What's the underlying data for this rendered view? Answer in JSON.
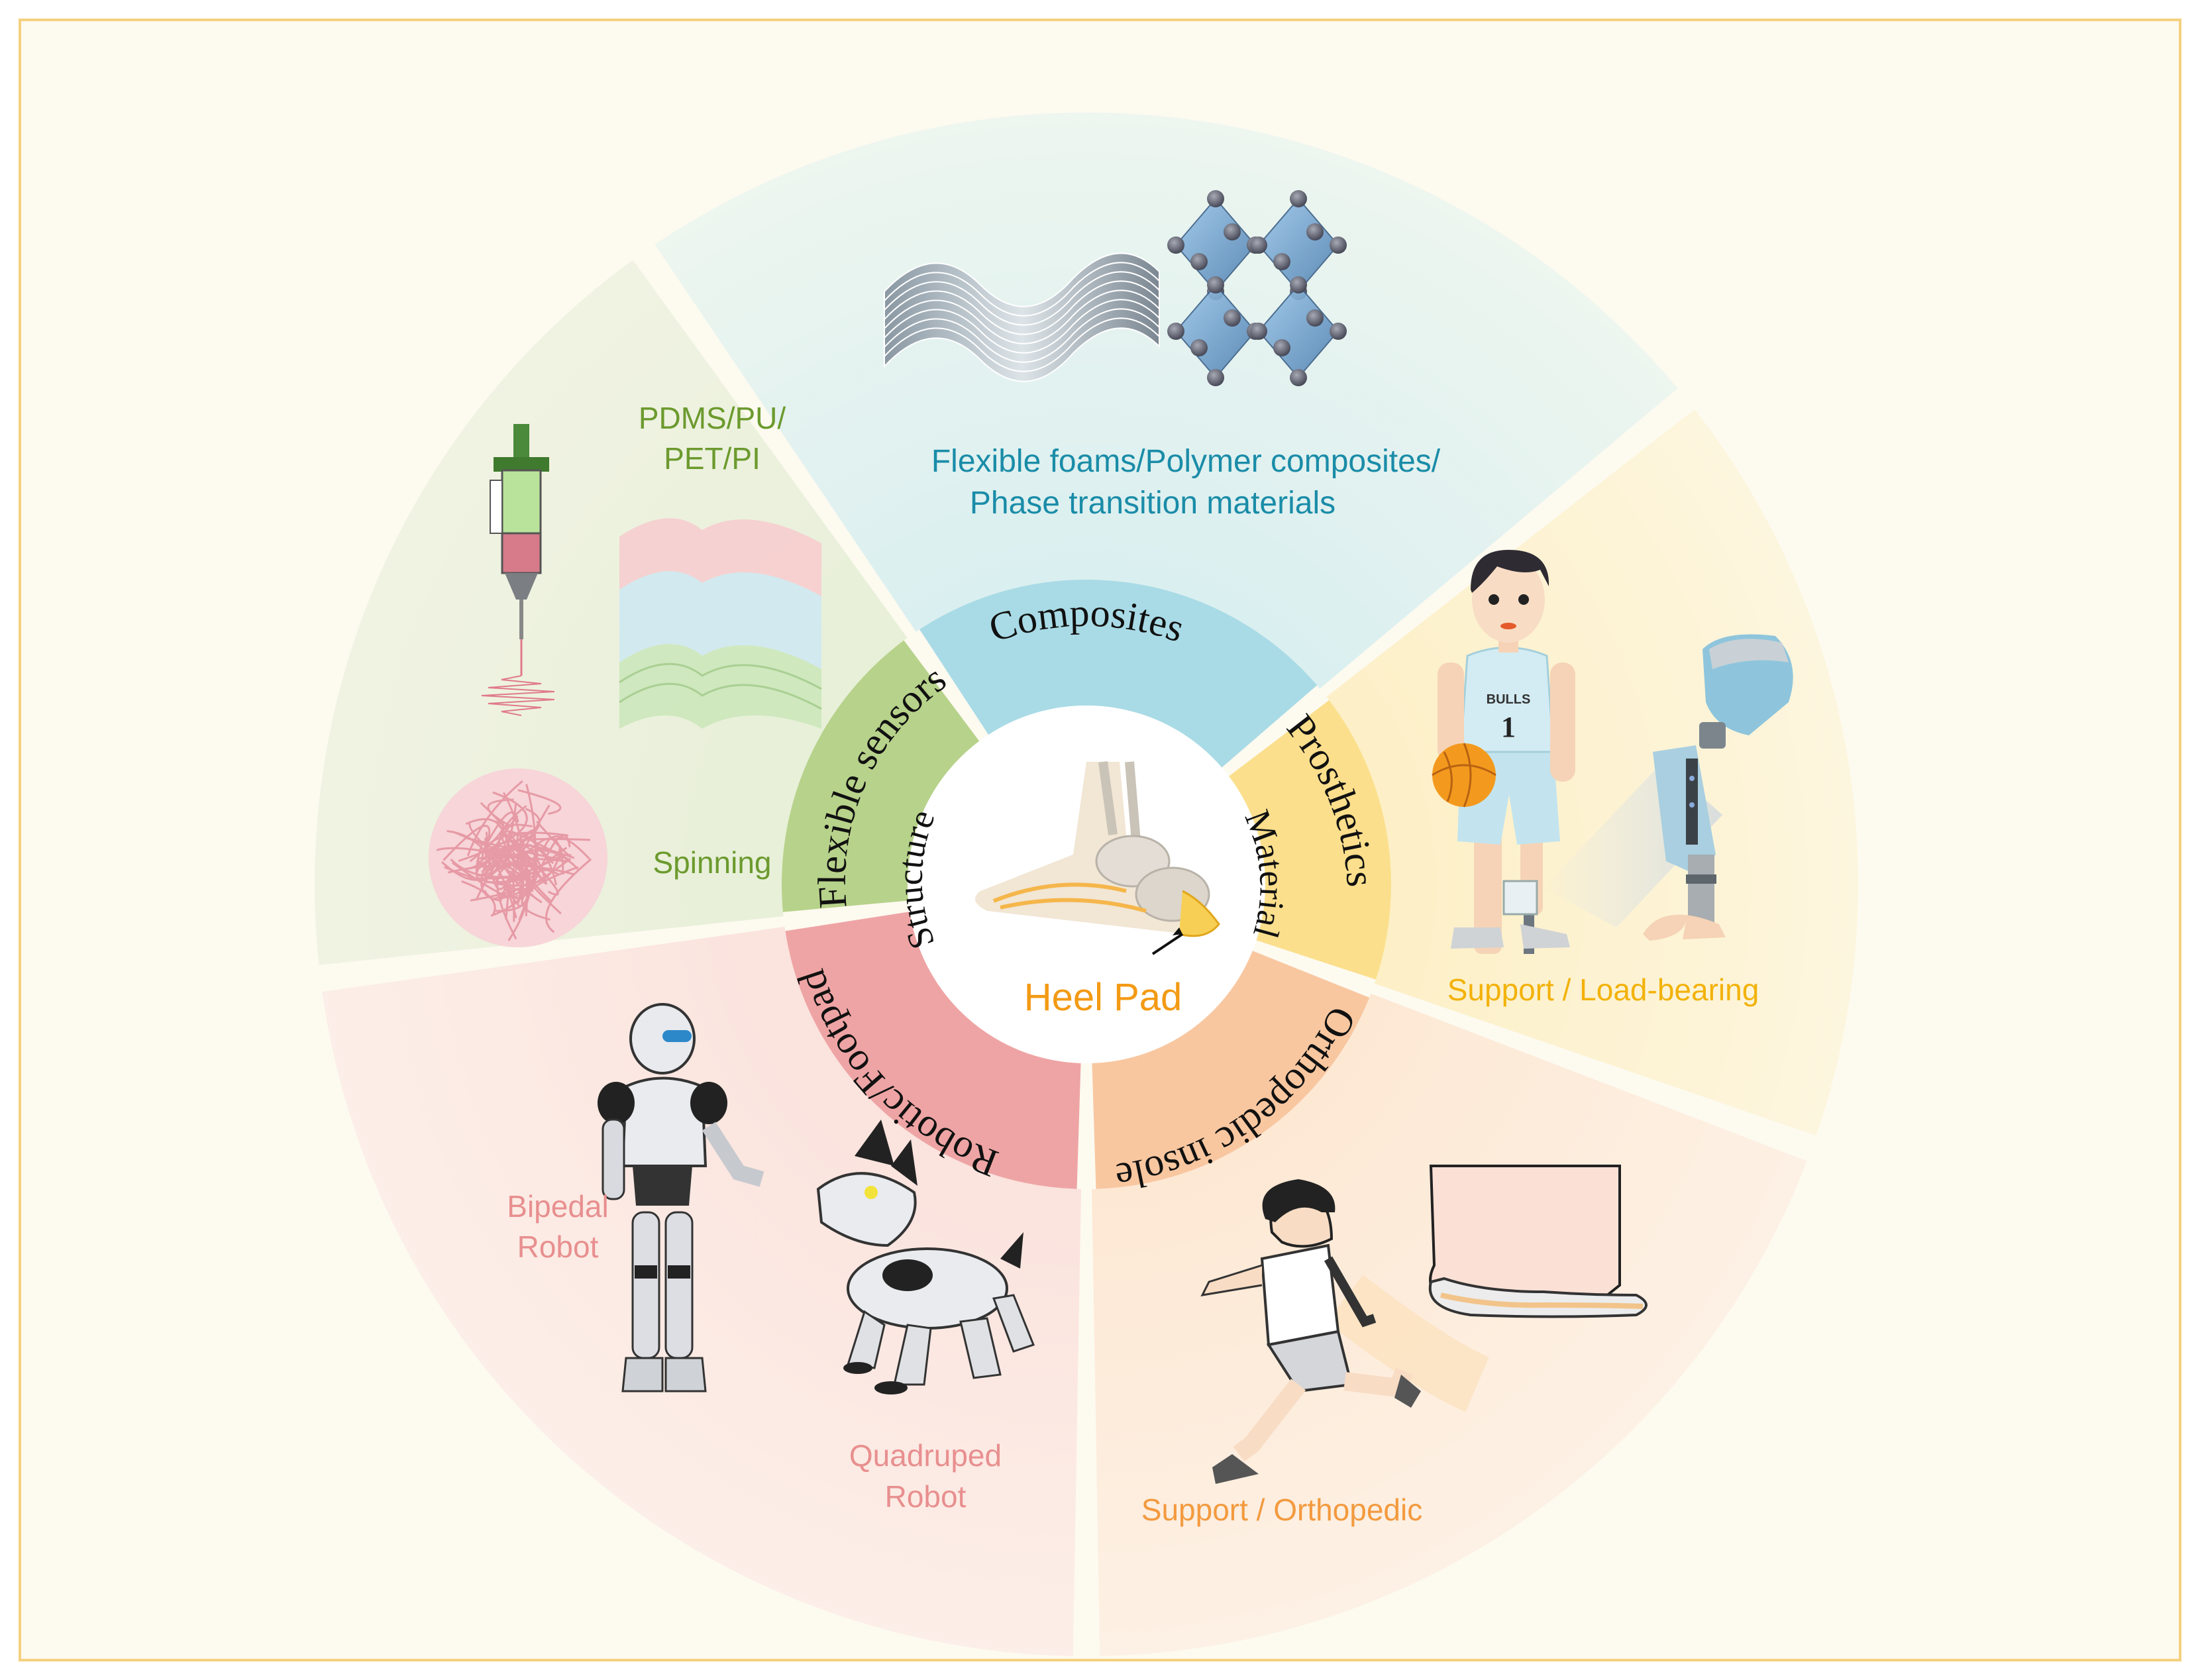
{
  "hub": {
    "title": "Heel Pad",
    "left_arc": "Structure",
    "right_arc": "Material"
  },
  "ring": {
    "composites": "Composites",
    "prosthetics": "Prosthetics",
    "orthopedic": "Orthopedic insole",
    "robotic": "Robotic/Footpad",
    "sensors": "Flexible sensors"
  },
  "sectors": {
    "composites": {
      "line1": "Flexible foams/Polymer composites/",
      "line2": "Phase transition materials"
    },
    "prosthetics": {
      "caption": "Support / Load-bearing",
      "jersey_team": "BULLS",
      "jersey_number": "1"
    },
    "orthopedic": {
      "caption": "Support / Orthopedic"
    },
    "robotic": {
      "bipedal_line1": "Bipedal",
      "bipedal_line2": "Robot",
      "quadruped_line1": "Quadruped",
      "quadruped_line2": "Robot"
    },
    "sensors": {
      "materials_line1": "PDMS/PU/",
      "materials_line2": "PET/PI",
      "spinning": "Spinning"
    }
  },
  "colors": {
    "background": "#fdfaf0",
    "frame": "#f4d27e",
    "composites": "#a9dbe6",
    "prosthetics": "#fbdf8c",
    "orthopedic": "#f8c7a0",
    "robotic": "#eea4a4",
    "sensors": "#b7d28a",
    "composites_text": "#1a8ca8",
    "prosthetics_text": "#f3b20a",
    "orthopedic_text": "#f39a3f",
    "robotic_text": "#e88f8f",
    "sensors_text": "#6c9a2e",
    "hub_text": "#f39a14"
  },
  "icons": [
    "foot-skeleton-icon",
    "wave-layers-icon",
    "crystal-lattice-icon",
    "basketball-player-icon",
    "prosthetic-leg-icon",
    "runner-icon",
    "insole-foot-icon",
    "humanoid-robot-icon",
    "robot-dog-icon",
    "syringe-icon",
    "fiber-ball-icon",
    "layered-film-icon"
  ]
}
